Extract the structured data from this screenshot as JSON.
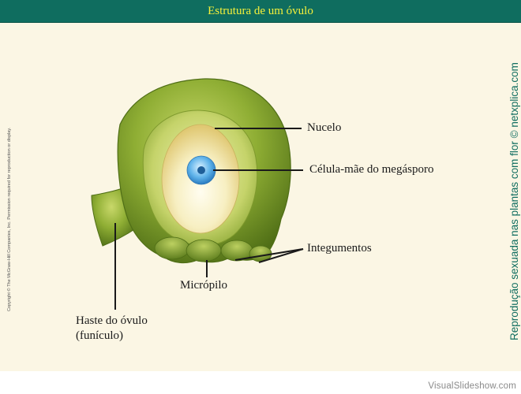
{
  "header": {
    "title": "Estrutura de um óvulo"
  },
  "labels": {
    "nucelo": "Nucelo",
    "celula_mae": "Célula-mãe do megásporo",
    "integumentos": "Integumentos",
    "micropilo": "Micrópilo",
    "haste_line1": "Haste do óvulo",
    "haste_line2": "(funículo)"
  },
  "side_caption": "Reprodução sexuada nas plantas com flor © netxplica.com",
  "copyright": "Copyright © The McGraw-Hill Companies, Inc. Permission required for reproduction or display.",
  "watermark": "VisualSlideshow.com",
  "colors": {
    "header_bg": "#0f6d5f",
    "header_text": "#f5f03a",
    "integument_green": "#7d9a2c",
    "nucellus_yellow": "#f2e6a4",
    "megaspore_blue": "#4aa4e0"
  }
}
